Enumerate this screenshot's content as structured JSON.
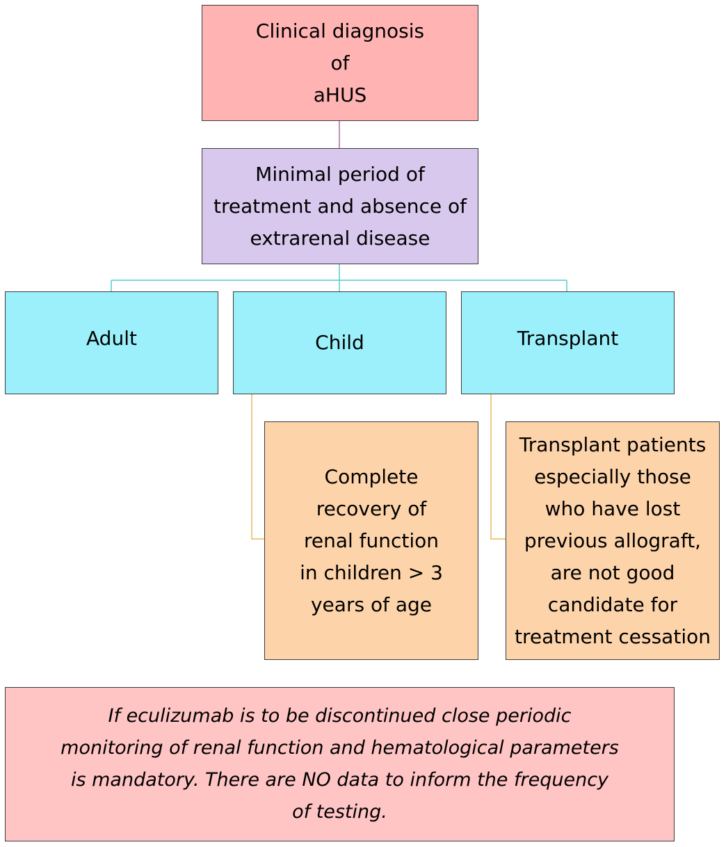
{
  "colors": {
    "diagnosis_fill": "#ffb3b3",
    "criteria_fill": "#d9c8ee",
    "category_fill": "#9cf0fb",
    "detail_fill": "#fdd3aa",
    "note_fill": "#ffc4c4",
    "connector_top": "#b069a0",
    "connector_mid": "#55cccc",
    "connector_detail": "#e8b860"
  },
  "nodes": {
    "diagnosis": {
      "lines": [
        "Clinical diagnosis",
        "of",
        "aHUS"
      ]
    },
    "criteria": {
      "lines": [
        "Minimal period of",
        "treatment and absence of",
        "extrarenal disease"
      ]
    },
    "adult": {
      "lines": [
        "Adult"
      ]
    },
    "child": {
      "lines": [
        "Child"
      ]
    },
    "transplant": {
      "lines": [
        "Transplant"
      ]
    },
    "child_detail": {
      "lines": [
        "Complete",
        "recovery of",
        "renal function",
        "in children > 3",
        "years of age"
      ]
    },
    "transplant_detail": {
      "lines": [
        "Transplant patients",
        "especially those",
        "who have lost",
        "previous allograft,",
        "are not good",
        "candidate for",
        "treatment cessation"
      ]
    }
  },
  "note": {
    "lines": [
      "If eculizumab is to be discontinued close periodic",
      "monitoring of renal function and hematological parameters",
      "is mandatory. There are NO data to inform the frequency",
      "of testing."
    ]
  }
}
